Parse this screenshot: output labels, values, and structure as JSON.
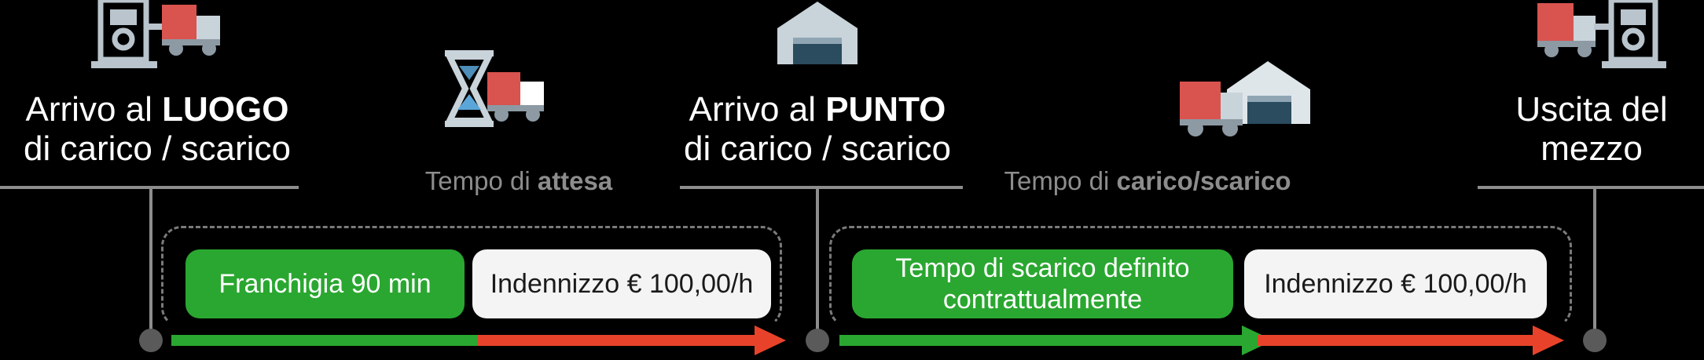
{
  "diagram": {
    "title_hidden": "",
    "background": "#000000",
    "colors": {
      "green": "#2aa730",
      "red": "#e8432a",
      "grey": "#8d8d8d",
      "white_box": "#f4f4f4",
      "dot": "#5a5a5a",
      "truck_red": "#d9534f",
      "building_grey": "#c9d3da"
    },
    "milestones": [
      {
        "id": "arrivo-luogo",
        "line1_prefix": "Arrivo al ",
        "line1_strong": "LUOGO",
        "line2": "di carico / scarico",
        "icon": "gate-and-truck-icon"
      },
      {
        "id": "arrivo-punto",
        "line1_prefix": "Arrivo al ",
        "line1_strong": "PUNTO",
        "line2": "di carico / scarico",
        "icon": "warehouse-icon"
      },
      {
        "id": "uscita-mezzo",
        "line1_prefix": "Uscita del ",
        "line1_strong": "",
        "line2": "mezzo",
        "icon": "truck-and-gate-icon"
      }
    ],
    "intervals": [
      {
        "id": "tempo-attesa",
        "prefix": "Tempo di ",
        "strong": "attesa",
        "icon": "hourglass-and-truck-icon"
      },
      {
        "id": "tempo-carico-scarico",
        "prefix": "Tempo di ",
        "strong": "carico/scarico",
        "icon": "truck-and-warehouse-icon"
      }
    ],
    "bands": [
      {
        "id": "franchigia",
        "style": "green",
        "text": "Franchigia 90 min"
      },
      {
        "id": "indennizzo-1",
        "style": "white",
        "text": "Indennizzo € 100,00/h"
      },
      {
        "id": "tempo-scarico-contratto",
        "style": "green",
        "text_line1": "Tempo di scarico definito",
        "text_line2": "contrattualmente"
      },
      {
        "id": "indennizzo-2",
        "style": "white",
        "text": "Indennizzo € 100,00/h"
      }
    ]
  }
}
